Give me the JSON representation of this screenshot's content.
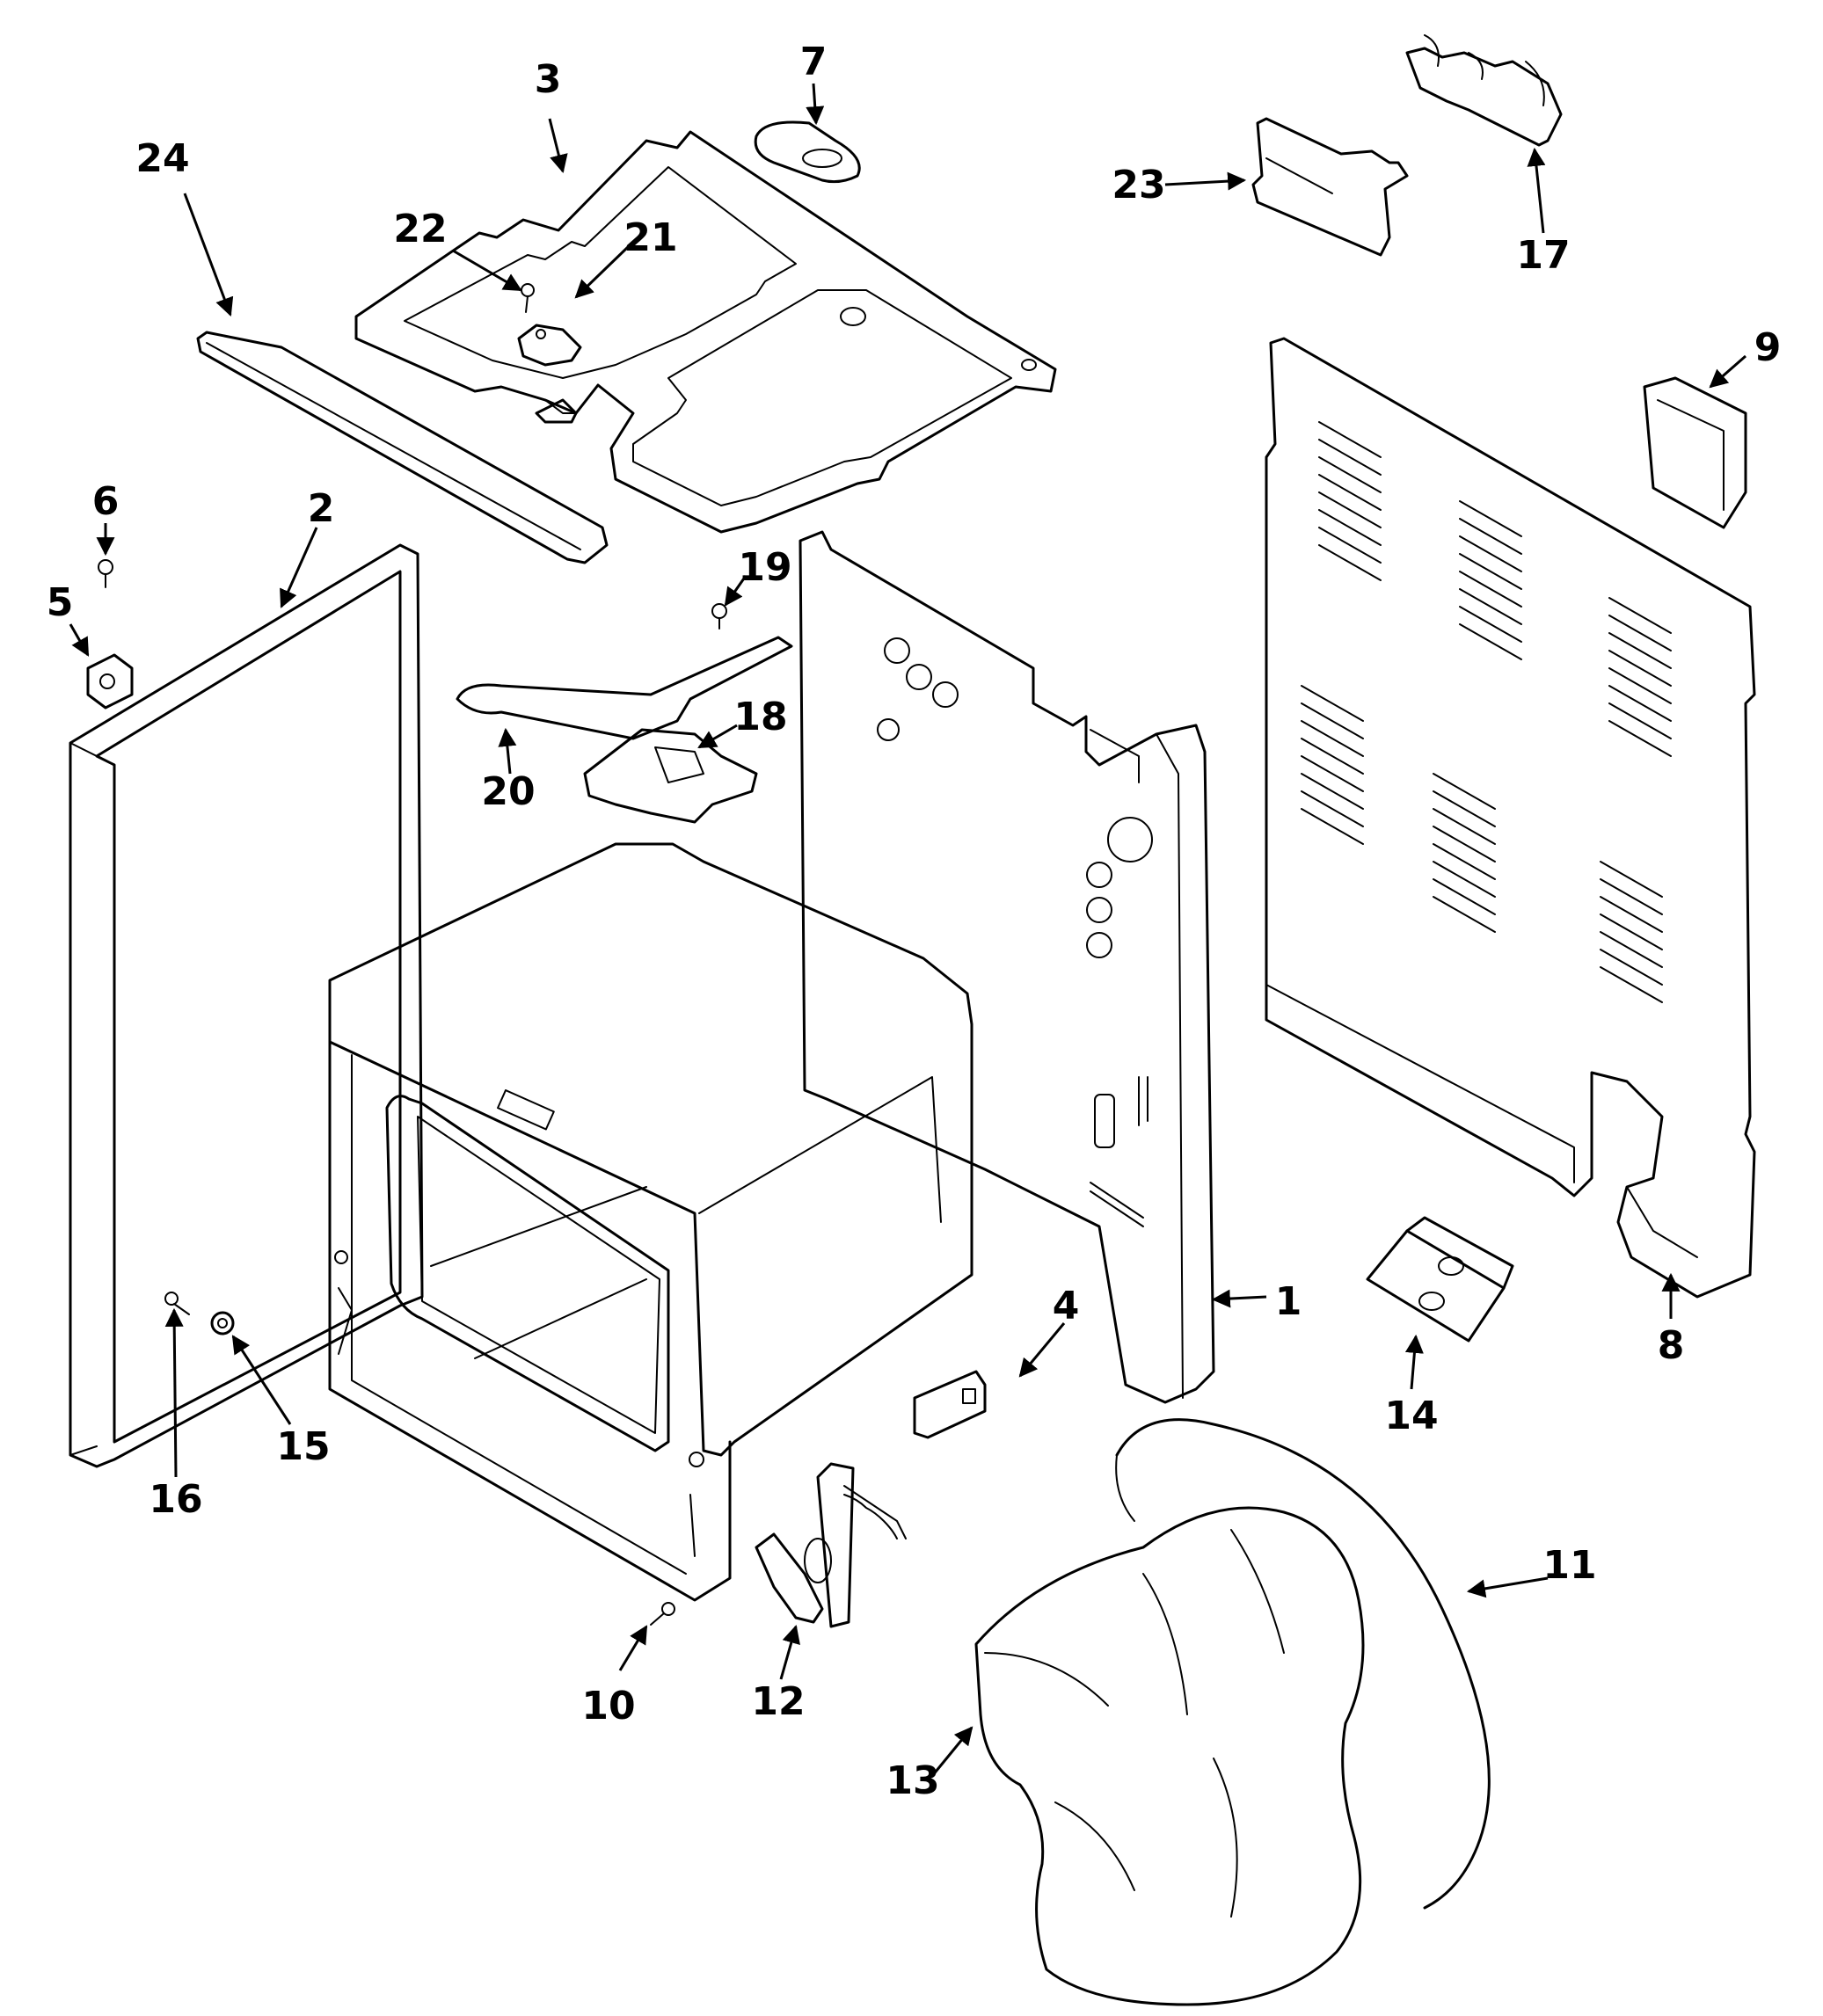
{
  "callouts": [
    {
      "id": "1",
      "text": "1"
    },
    {
      "id": "2",
      "text": "2"
    },
    {
      "id": "3",
      "text": "3"
    },
    {
      "id": "4",
      "text": "4"
    },
    {
      "id": "5",
      "text": "5"
    },
    {
      "id": "6",
      "text": "6"
    },
    {
      "id": "7",
      "text": "7"
    },
    {
      "id": "8",
      "text": "8"
    },
    {
      "id": "9",
      "text": "9"
    },
    {
      "id": "10",
      "text": "10"
    },
    {
      "id": "11",
      "text": "11"
    },
    {
      "id": "12",
      "text": "12"
    },
    {
      "id": "13",
      "text": "13"
    },
    {
      "id": "14",
      "text": "14"
    },
    {
      "id": "15",
      "text": "15"
    },
    {
      "id": "16",
      "text": "16"
    },
    {
      "id": "17",
      "text": "17"
    },
    {
      "id": "18",
      "text": "18"
    },
    {
      "id": "19",
      "text": "19"
    },
    {
      "id": "20",
      "text": "20"
    },
    {
      "id": "21",
      "text": "21"
    },
    {
      "id": "22",
      "text": "22"
    },
    {
      "id": "23",
      "text": "23"
    },
    {
      "id": "24",
      "text": "24"
    }
  ]
}
